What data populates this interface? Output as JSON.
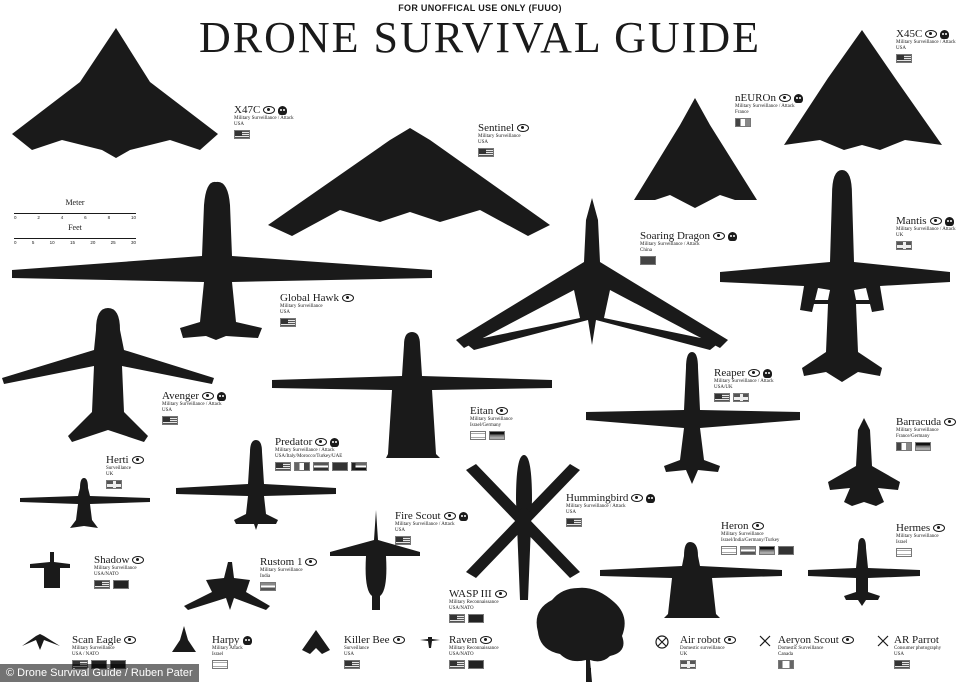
{
  "header": {
    "kicker": "FOR UNOFFICAL USE ONLY (FUUO)",
    "title": "DRONE SURVIVAL GUIDE"
  },
  "scale": {
    "meter_label": "Meter",
    "meter_ticks": [
      "0",
      "2",
      "4",
      "6",
      "8",
      "10"
    ],
    "feet_label": "Feet",
    "feet_ticks": [
      "0",
      "5",
      "10",
      "15",
      "20",
      "25",
      "30"
    ]
  },
  "footer": {
    "credit": "© Drone Survival Guide / Ruben Pater"
  },
  "drones": [
    {
      "id": "x47c",
      "name": "X47C",
      "role": "Military Surveillance / Attack",
      "country": "USA",
      "icons": [
        "eye-icon",
        "skull-icon"
      ],
      "flags": [
        "us"
      ]
    },
    {
      "id": "sentinel",
      "name": "Sentinel",
      "role": "Military Surveillance",
      "country": "USA",
      "icons": [
        "eye-icon"
      ],
      "flags": [
        "us"
      ]
    },
    {
      "id": "neuron",
      "name": "nEUROn",
      "role": "Military Surveillance / Attack",
      "country": "France",
      "icons": [
        "eye-icon",
        "skull-icon"
      ],
      "flags": [
        "fr"
      ]
    },
    {
      "id": "x45c",
      "name": "X45C",
      "role": "Military Surveillance / Attack",
      "country": "USA",
      "icons": [
        "eye-icon",
        "skull-icon"
      ],
      "flags": [
        "us"
      ]
    },
    {
      "id": "soaring",
      "name": "Soaring Dragon",
      "role": "Military Surveillance / Attack",
      "country": "China",
      "icons": [
        "eye-icon",
        "skull-icon"
      ],
      "flags": [
        "cn"
      ]
    },
    {
      "id": "mantis",
      "name": "Mantis",
      "role": "Military Surveillance / Attack",
      "country": "UK",
      "icons": [
        "eye-icon",
        "skull-icon"
      ],
      "flags": [
        "uk"
      ]
    },
    {
      "id": "globalhawk",
      "name": "Global Hawk",
      "role": "Military Surveillance",
      "country": "USA",
      "icons": [
        "eye-icon"
      ],
      "flags": [
        "us"
      ]
    },
    {
      "id": "avenger",
      "name": "Avenger",
      "role": "Military Surveillance / Attack",
      "country": "USA",
      "icons": [
        "eye-icon",
        "skull-icon"
      ],
      "flags": [
        "us"
      ]
    },
    {
      "id": "reaper",
      "name": "Reaper",
      "role": "Military Surveillance / Attack",
      "country": "USA/UK",
      "icons": [
        "eye-icon",
        "skull-icon"
      ],
      "flags": [
        "us",
        "uk"
      ]
    },
    {
      "id": "eitan",
      "name": "Eitan",
      "role": "Military Surveillance",
      "country": "Israel/Germany",
      "icons": [
        "eye-icon"
      ],
      "flags": [
        "il",
        "de"
      ]
    },
    {
      "id": "barracuda",
      "name": "Barracuda",
      "role": "Military Surveillance",
      "country": "France/Germany",
      "icons": [
        "eye-icon"
      ],
      "flags": [
        "fr",
        "de"
      ]
    },
    {
      "id": "predator",
      "name": "Predator",
      "role": "Military Surveillance / Attack",
      "country": "USA/Italy/Morocco/Turkey/UAE",
      "icons": [
        "eye-icon",
        "skull-icon"
      ],
      "flags": [
        "us",
        "it",
        "nl",
        "tr",
        "ae"
      ]
    },
    {
      "id": "herti",
      "name": "Herti",
      "role": "Surveillance",
      "country": "UK",
      "icons": [
        "eye-icon"
      ],
      "flags": [
        "uk"
      ]
    },
    {
      "id": "hummingbird",
      "name": "Hummingbird",
      "role": "Military Surveillance / Attack",
      "country": "USA",
      "icons": [
        "eye-icon",
        "skull-icon"
      ],
      "flags": [
        "us"
      ]
    },
    {
      "id": "firescout",
      "name": "Fire Scout",
      "role": "Military Surveillance / Attack",
      "country": "USA",
      "icons": [
        "eye-icon",
        "skull-icon"
      ],
      "flags": [
        "us"
      ]
    },
    {
      "id": "heron",
      "name": "Heron",
      "role": "Military Surveillance",
      "country": "Israel/India/Germany/Turkey",
      "icons": [
        "eye-icon"
      ],
      "flags": [
        "il",
        "in",
        "de",
        "tr"
      ]
    },
    {
      "id": "hermes",
      "name": "Hermes",
      "role": "Military Surveillance",
      "country": "Israel",
      "icons": [
        "eye-icon"
      ],
      "flags": [
        "il"
      ]
    },
    {
      "id": "shadow",
      "name": "Shadow",
      "role": "Military Surveillance",
      "country": "USA/NATO",
      "icons": [
        "eye-icon"
      ],
      "flags": [
        "us",
        "nato"
      ]
    },
    {
      "id": "rustom",
      "name": "Rustom 1",
      "role": "Military Surveillance",
      "country": "India",
      "icons": [
        "eye-icon"
      ],
      "flags": [
        "in"
      ]
    },
    {
      "id": "wasp",
      "name": "WASP III",
      "role": "Military Reconnaissance",
      "country": "USA/NATO",
      "icons": [
        "eye-icon"
      ],
      "flags": [
        "us",
        "nato"
      ]
    },
    {
      "id": "scaneagle",
      "name": "Scan Eagle",
      "role": "Military Surveillance",
      "country": "USA / NATO",
      "icons": [
        "eye-icon"
      ],
      "flags": [
        "us",
        "nato",
        "nato"
      ]
    },
    {
      "id": "harpy",
      "name": "Harpy",
      "role": "Military Attack",
      "country": "Israel",
      "icons": [
        "skull-icon"
      ],
      "flags": [
        "il"
      ]
    },
    {
      "id": "killerbee",
      "name": "Killer Bee",
      "role": "Surveillance",
      "country": "USA",
      "icons": [
        "eye-icon"
      ],
      "flags": [
        "us"
      ]
    },
    {
      "id": "raven",
      "name": "Raven",
      "role": "Military Reconnaissance",
      "country": "USA/NATO",
      "icons": [
        "eye-icon"
      ],
      "flags": [
        "us",
        "nato"
      ]
    },
    {
      "id": "airrobot",
      "name": "Air robot",
      "role": "Domestic surveillance",
      "country": "UK",
      "icons": [
        "eye-icon"
      ],
      "flags": [
        "uk"
      ]
    },
    {
      "id": "aeryon",
      "name": "Aeryon Scout",
      "role": "Domestic Surveillance",
      "country": "Canada",
      "icons": [
        "eye-icon"
      ],
      "flags": [
        "ca"
      ]
    },
    {
      "id": "arparrot",
      "name": "AR Parrot",
      "role": "Consumer photography",
      "country": "USA",
      "icons": [],
      "flags": [
        "us"
      ]
    }
  ]
}
